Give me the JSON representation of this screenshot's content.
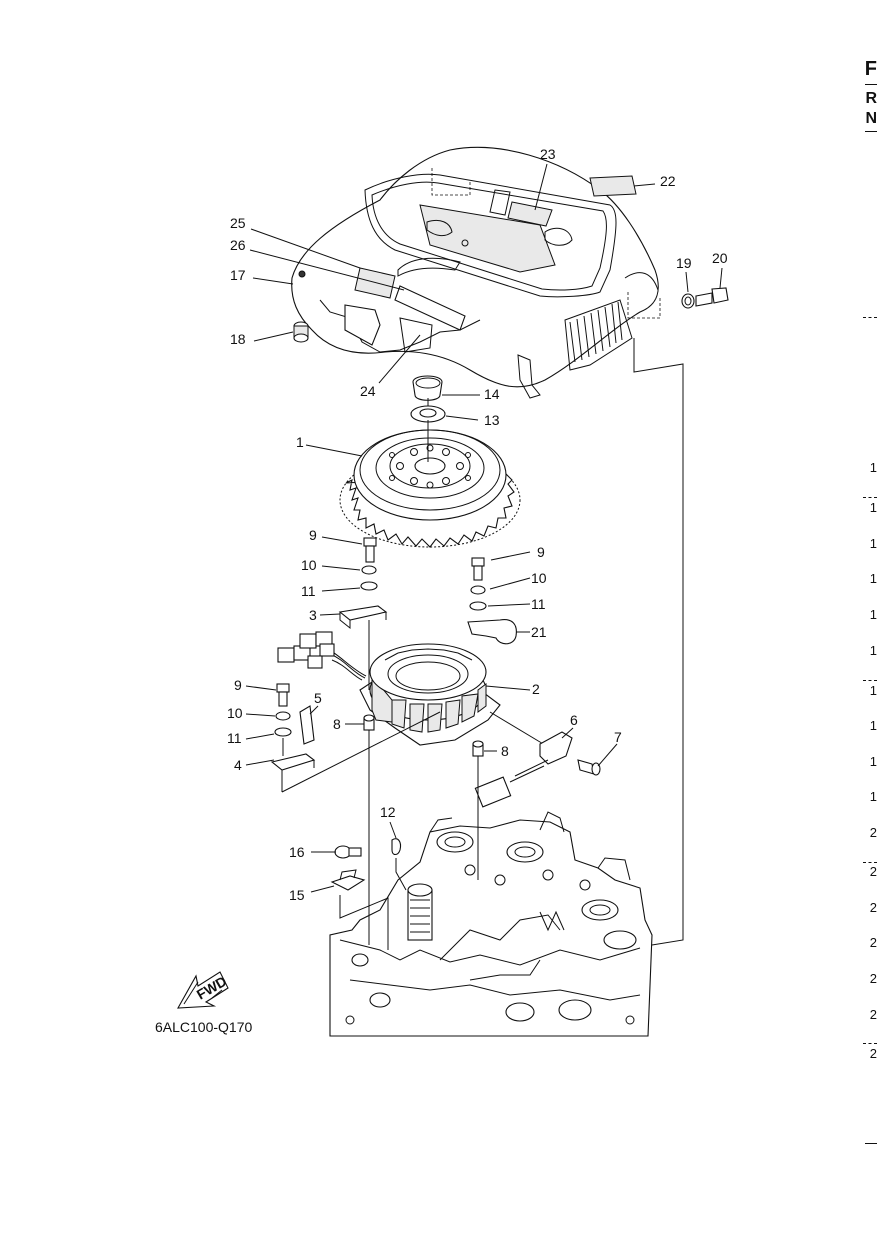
{
  "diagram": {
    "code": "6ALC100-Q170",
    "fwd_label": "FWD",
    "callouts": [
      "1",
      "2",
      "3",
      "4",
      "5",
      "6",
      "7",
      "8",
      "8",
      "9",
      "9",
      "9",
      "10",
      "10",
      "10",
      "11",
      "11",
      "11",
      "12",
      "13",
      "14",
      "15",
      "16",
      "17",
      "18",
      "19",
      "20",
      "21",
      "22",
      "23",
      "24",
      "25",
      "26"
    ]
  },
  "right_edge": {
    "letters": [
      "F",
      "R",
      "N"
    ],
    "numbers": [
      "1",
      "1",
      "1",
      "1",
      "1",
      "1",
      "1",
      "1",
      "1",
      "1",
      "2",
      "2",
      "2",
      "2",
      "2",
      "2",
      "2"
    ]
  }
}
